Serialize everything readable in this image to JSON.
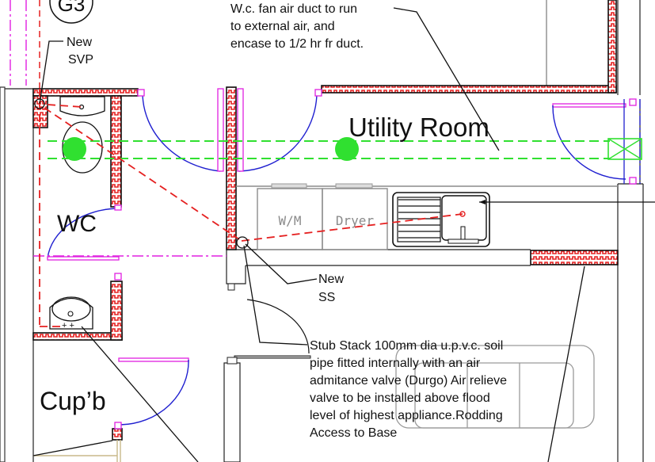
{
  "drawing": {
    "grid_marker": "G3",
    "rooms": {
      "utility": "Utility Room",
      "wc": "WC",
      "cupboard": "Cup’b"
    },
    "appliances": {
      "washing_machine": "W/M",
      "dryer": "Dryer"
    },
    "annotations": {
      "new_svp": [
        "New",
        "SVP"
      ],
      "new_ss": [
        "New",
        "SS"
      ],
      "fan_duct": [
        "W.c. fan air duct to run",
        "to external air, and",
        "encase to 1/2 hr fr duct."
      ],
      "stub_stack": [
        "Stub Stack 100mm dia u.p.v.c. soil",
        "pipe fitted internally with an air",
        "admitance valve (Durgo) Air relieve",
        "valve to be installed above flood",
        "level of highest appliance.Rodding",
        "Access to Base"
      ]
    },
    "colors": {
      "wall_hatch_red": "#e52020",
      "wall_hatch_green": "#2e9a2e",
      "door_swing": "#2020d0",
      "door_leaf": "#e020e0",
      "fan_duct": "#30e030",
      "drainage": "#e52020"
    }
  }
}
